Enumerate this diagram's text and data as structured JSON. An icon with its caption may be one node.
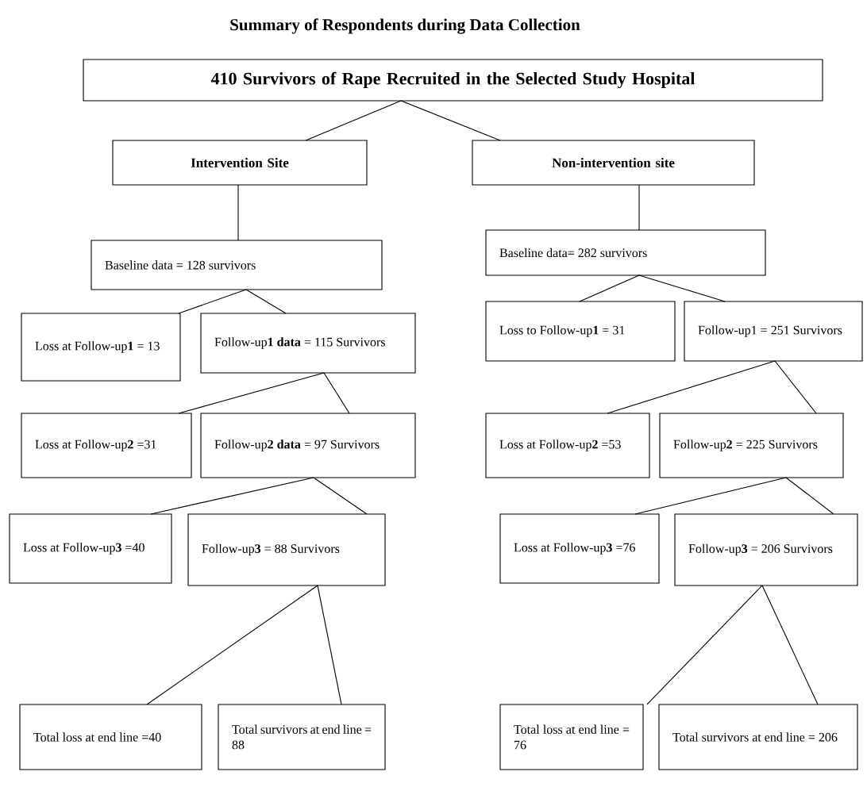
{
  "diagram": {
    "title": "Summary of Respondents during Data Collection",
    "nodes": [
      {
        "text": [
          "410 Survivors of Rape Recruited in the Selected Study Hospital"
        ]
      },
      {
        "text": [
          "Intervention Site"
        ]
      },
      {
        "text": [
          "Non-intervention site"
        ]
      },
      {
        "text": [
          "Baseline data = 128 survivors"
        ]
      },
      {
        "text": [
          "Baseline data= 282 survivors"
        ]
      },
      {
        "text": [
          "Loss at Follow-up**1** = 13"
        ]
      },
      {
        "text": [
          "Follow-up**1 data** = 115 Survivors"
        ]
      },
      {
        "text": [
          "Loss to Follow-up**1** = 31"
        ]
      },
      {
        "text": [
          "Follow-up1 = 251 Survivors"
        ]
      },
      {
        "text": [
          "Loss at Follow-up**2** =31"
        ]
      },
      {
        "text": [
          "Follow-up**2 data** = 97 Survivors"
        ]
      },
      {
        "text": [
          "Loss at Follow-up**2** =53"
        ]
      },
      {
        "text": [
          "Follow-up**2** = 225 Survivors"
        ]
      },
      {
        "text": [
          "Loss at Follow-up**3** =40"
        ]
      },
      {
        "text": [
          "Follow-up**3** = 88 Survivors"
        ]
      },
      {
        "text": [
          "Loss at Follow-up**3** =76"
        ]
      },
      {
        "text": [
          "Follow-up**3** = 206 Survivors"
        ]
      },
      {
        "text": [
          "Total loss at end line =40"
        ]
      },
      {
        "text": [
          "Total survivors at end line = 88"
        ]
      },
      {
        "text": [
          "Total loss at end line = 76"
        ]
      },
      {
        "text": [
          "Total survivors at end line = 206"
        ]
      }
    ],
    "edges": [
      {
        "from": 0,
        "to": 1,
        "arrow": "none"
      },
      {
        "from": 0,
        "to": 2,
        "arrow": "none"
      },
      {
        "from": 1,
        "to": 3,
        "arrow": "none"
      },
      {
        "from": 2,
        "to": 4,
        "arrow": "none"
      },
      {
        "from": 3,
        "to": 5,
        "arrow": "none"
      },
      {
        "from": 3,
        "to": 6,
        "arrow": "none"
      },
      {
        "from": 4,
        "to": 7,
        "arrow": "none"
      },
      {
        "from": 4,
        "to": 8,
        "arrow": "none"
      },
      {
        "from": 6,
        "to": 9,
        "arrow": "none"
      },
      {
        "from": 6,
        "to": 10,
        "arrow": "none"
      },
      {
        "from": 8,
        "to": 11,
        "arrow": "none"
      },
      {
        "from": 8,
        "to": 12,
        "arrow": "none"
      },
      {
        "from": 10,
        "to": 13,
        "arrow": "none"
      },
      {
        "from": 10,
        "to": 14,
        "arrow": "none"
      },
      {
        "from": 12,
        "to": 15,
        "arrow": "none"
      },
      {
        "from": 12,
        "to": 16,
        "arrow": "none"
      },
      {
        "from": 14,
        "to": 17,
        "arrow": "none"
      },
      {
        "from": 14,
        "to": 18,
        "arrow": "none"
      },
      {
        "from": 16,
        "to": 19,
        "arrow": "none"
      },
      {
        "from": 16,
        "to": 20,
        "arrow": "none"
      }
    ]
  }
}
